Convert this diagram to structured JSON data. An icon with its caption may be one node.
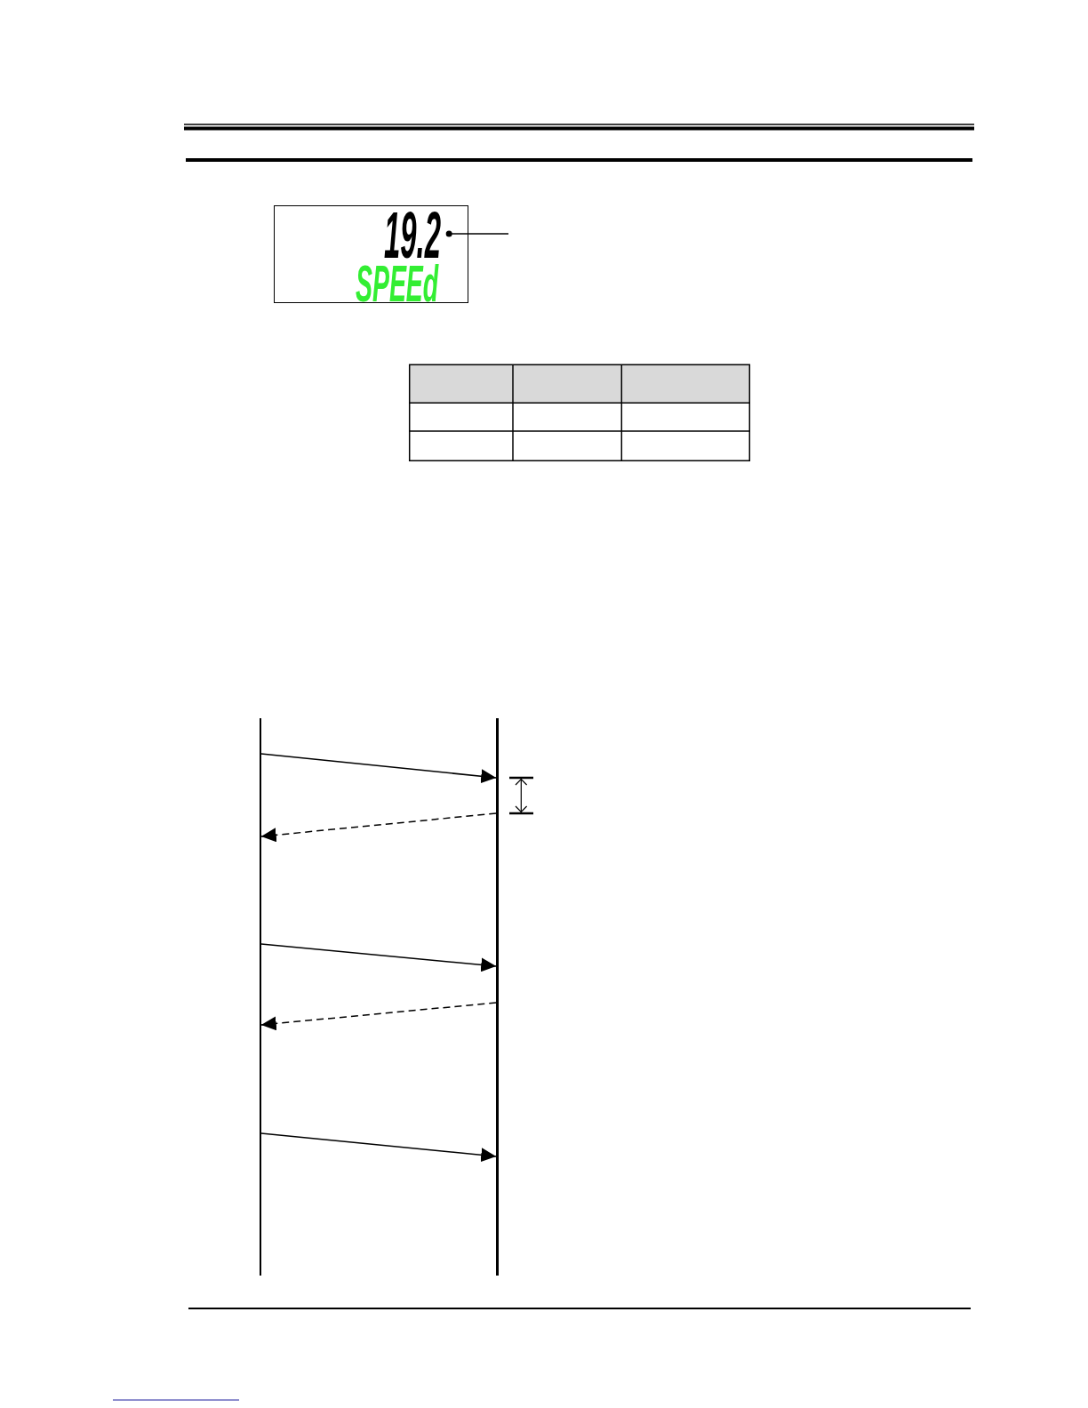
{
  "diagram": {
    "nodes": [
      {
        "text": [
          "SPEEd"
        ]
      },
      {
        "text": [
          "19.2"
        ],
        "in": 0
      },
      {
        "text": [],
        "shape": "bar"
      },
      {
        "text": [],
        "shape": "bar"
      }
    ],
    "edges": [
      {
        "from": null,
        "to": 1,
        "arrow": "other"
      },
      {
        "from": 2,
        "to": 3,
        "arrow": "to"
      },
      {
        "from": 3,
        "to": 2,
        "arrow": "to",
        "style": "dashed"
      },
      {
        "from": 2,
        "to": 3,
        "arrow": "to"
      },
      {
        "from": 3,
        "to": 2,
        "arrow": "to",
        "style": "dashed"
      },
      {
        "from": 2,
        "to": 3,
        "arrow": "to"
      }
    ]
  }
}
